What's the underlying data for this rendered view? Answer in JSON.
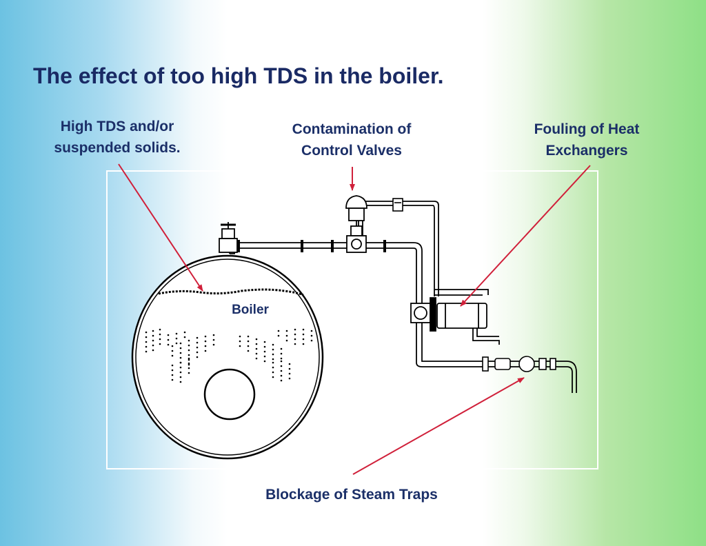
{
  "title": "The effect of too high TDS in the boiler.",
  "labels": {
    "tds": [
      "High TDS and/or",
      "suspended solids."
    ],
    "control_valves": [
      "Contamination of",
      "Control Valves"
    ],
    "heat_exchangers": [
      "Fouling of Heat",
      "Exchangers"
    ],
    "steam_traps": "Blockage of Steam Traps",
    "boiler": "Boiler"
  },
  "colors": {
    "title": "#1a2a64",
    "label": "#1b2f68",
    "arrow": "#d0203a",
    "line": "#000000"
  }
}
